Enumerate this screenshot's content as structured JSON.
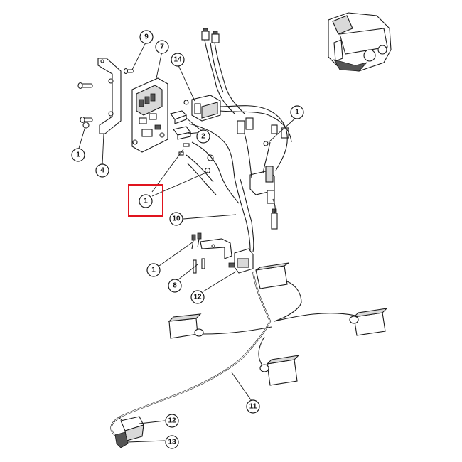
{
  "callouts": [
    {
      "id": "c9",
      "label": "9"
    },
    {
      "id": "c7",
      "label": "7"
    },
    {
      "id": "c14",
      "label": "14"
    },
    {
      "id": "c1a",
      "label": "1"
    },
    {
      "id": "c1b",
      "label": "1"
    },
    {
      "id": "c2",
      "label": "2"
    },
    {
      "id": "c4",
      "label": "4"
    },
    {
      "id": "c1c",
      "label": "1"
    },
    {
      "id": "c10",
      "label": "10"
    },
    {
      "id": "c1d",
      "label": "1"
    },
    {
      "id": "c8",
      "label": "8"
    },
    {
      "id": "c12a",
      "label": "12"
    },
    {
      "id": "c11",
      "label": "11"
    },
    {
      "id": "c12b",
      "label": "12"
    },
    {
      "id": "c13",
      "label": "13"
    }
  ],
  "highlight": {
    "target": "c1c",
    "color": "#e0141e"
  }
}
